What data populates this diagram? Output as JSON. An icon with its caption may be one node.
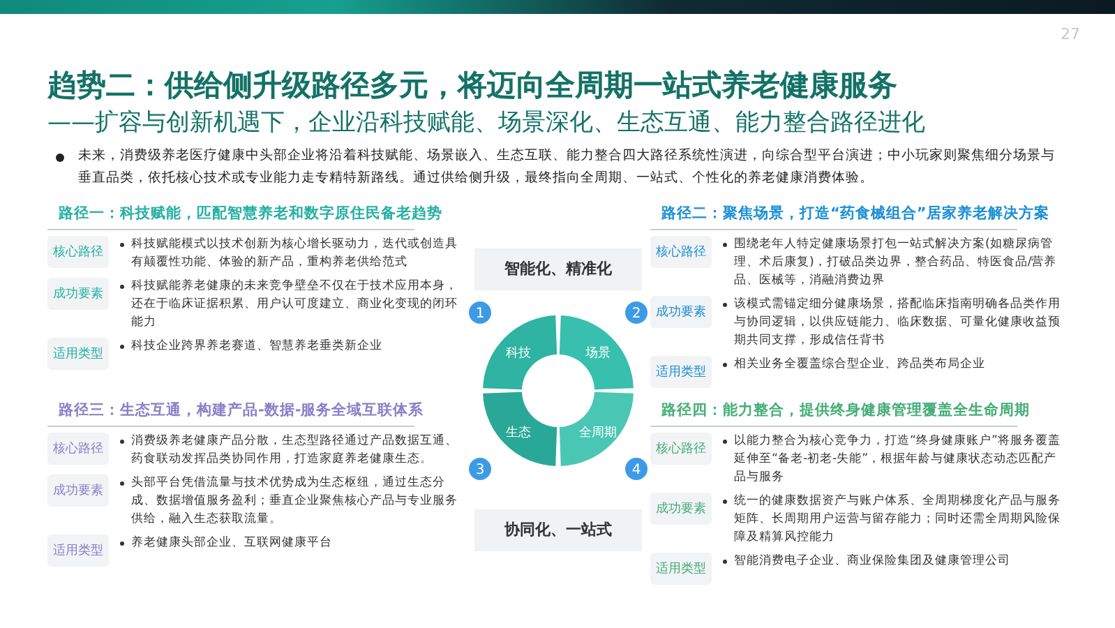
{
  "diagram": {
    "title": "趋势二：供给侧升级路径多元，将迈向全周期一站式养老健康服务",
    "nodes": [
      {
        "text": [
          "路径一：科技赋能，匹配智慧养老和数字原住民备老趋势"
        ]
      },
      {
        "text": [
          "核心路径"
        ],
        "in": 0,
        "beside": [
          "科技赋能模式以技术创新为核心增长驱动力，迭代或创造具有颠覆性功能、体验的新产品，重构养老供给范式"
        ]
      },
      {
        "text": [
          "成功要素"
        ],
        "in": 0,
        "beside": [
          "科技赋能养老健康的未来竞争壁垒不仅在于技术应用本身，还在于临床证据积累、用户认可度建立、商业化变现的闭环能力"
        ]
      },
      {
        "text": [
          "适用类型"
        ],
        "in": 0,
        "beside": [
          "科技企业跨界养老赛道、智慧养老垂类新企业"
        ]
      },
      {
        "text": [
          "智能化、精准化"
        ]
      },
      {
        "text": [
          "路径二：聚焦场景，打造“药食械组合”居家养老解决方案"
        ]
      },
      {
        "text": [
          "核心路径"
        ],
        "in": 5,
        "beside": [
          "围绕老年人特定健康场景打包一站式解决方案(如糖尿病管理、术后康复)，打破品类边界，整合药品、特医食品/营养品、医械等，消融消费边界"
        ]
      },
      {
        "text": [
          "成功要素"
        ],
        "in": 5,
        "beside": [
          "该模式需锚定细分健康场景，搭配临床指南明确各品类作用与协同逻辑，以供应链能力、临床数据、可量化健康收益预期共同支撑，形成信任背书"
        ]
      },
      {
        "text": [
          "适用类型"
        ],
        "in": 5,
        "beside": [
          "相关业务全覆盖综合型企业、跨品类布局企业"
        ]
      },
      {
        "text": [
          "1"
        ]
      },
      {
        "text": [
          "2"
        ]
      },
      {
        "text": [
          "科技"
        ]
      },
      {
        "text": [
          "场景"
        ]
      },
      {
        "text": [
          "生态"
        ]
      },
      {
        "text": [
          "全周期"
        ]
      },
      {
        "text": [
          "3"
        ]
      },
      {
        "text": [
          "4"
        ]
      },
      {
        "text": [
          "路径三：生态互通，构建产品-数据-服务全域互联体系"
        ]
      },
      {
        "text": [
          "核心路径"
        ],
        "in": 17,
        "beside": [
          "消费级养老健康产品分散，生态型路径通过产品数据互通、药食联动发挥品类协同作用，打造家庭养老健康生态。"
        ]
      },
      {
        "text": [
          "成功要素"
        ],
        "in": 17,
        "beside": [
          "头部平台凭借流量与技术优势成为生态枢纽，通过生态分成、数据增值服务盈利；垂直企业聚焦核心产品与专业服务供给，融入生态获取流量。"
        ]
      },
      {
        "text": [
          "适用类型"
        ],
        "in": 17,
        "beside": [
          "养老健康头部企业、互联网健康平台"
        ]
      },
      {
        "text": [
          "协同化、一站式"
        ]
      },
      {
        "text": [
          "路径四：能力整合，提供终身健康管理覆盖全生命周期"
        ]
      },
      {
        "text": [
          "核心路径"
        ],
        "in": 22,
        "beside": [
          "以能力整合为核心竞争力，打造“终身健康账户”将服务覆盖延伸至“备老-初老-失能”，根据年龄与健康状态动态匹配产品与服务"
        ]
      },
      {
        "text": [
          "成功要素"
        ],
        "in": 22,
        "beside": [
          "统一的健康数据资产与账户体系、全周期梯度化产品与服务矩阵、长周期用户运营与留存能力；同时还需全周期风险保障及精算风控能力"
        ]
      },
      {
        "text": [
          "适用类型"
        ],
        "in": 22,
        "beside": [
          "智能消费电子企业、商业保险集团及健康管理公司"
        ]
      }
    ],
    "labels": [
      "27",
      "——扩容与创新机遇下，企业沿科技赋能、场景深化、生态互通、能力整合路径进化",
      "未来，消费级养老医疗健康中头部企业将沿着科技赋能、场景嵌入、生态互联、能力整合四大路径系统性演进，向综合型平台演进；中小玩家则聚焦细分场景与垂直品类，依托核心技术或专业能力走专精特新路线。通过供给侧升级，最终指向全周期、一站式、个性化的养老健康消费体验。"
    ]
  }
}
